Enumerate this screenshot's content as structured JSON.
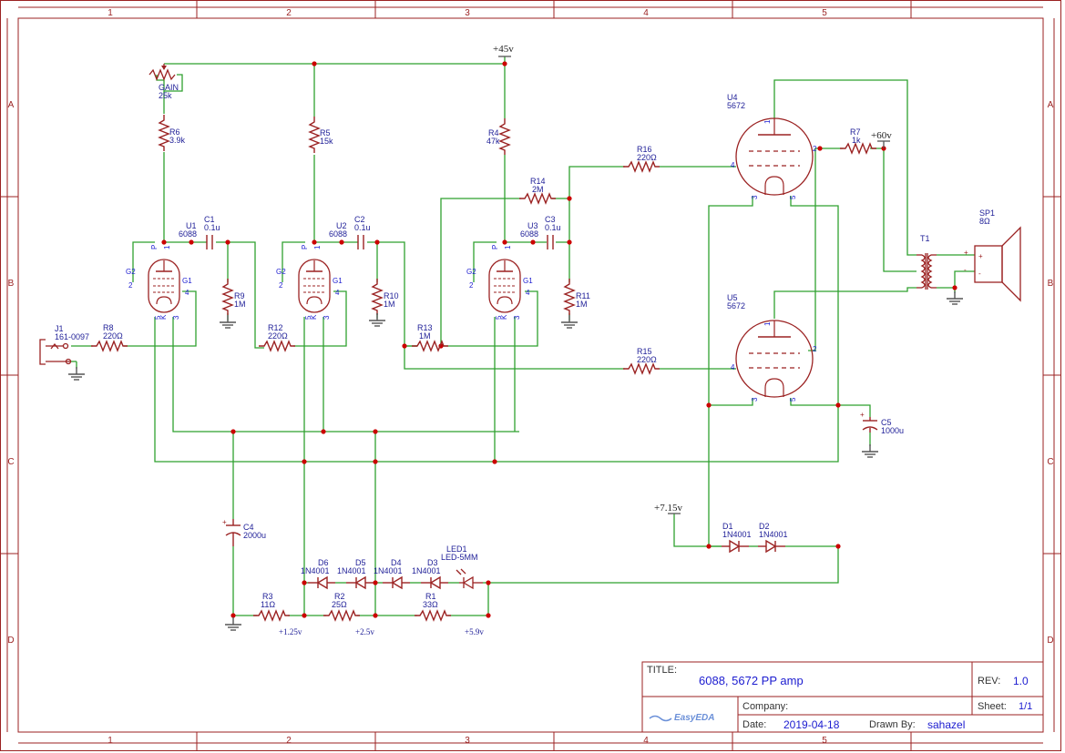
{
  "frame": {
    "columns": [
      "1",
      "2",
      "3",
      "4",
      "5"
    ],
    "rows": [
      "A",
      "B",
      "C",
      "D"
    ]
  },
  "colors": {
    "frame": "#9b2222",
    "wire": "#2fa12f",
    "component": "#9b2222",
    "junction": "#cc0000",
    "pin": "#1c1cd0",
    "label": "#222299",
    "title_value": "#1c1cd0",
    "logo": "#6a8fd8"
  },
  "power": {
    "v45": "+45v",
    "v60": "+60v",
    "v715": "+7.15v",
    "v125": "+1.25v",
    "v25": "+2.5v",
    "v59": "+5.9v"
  },
  "parts": {
    "gain": {
      "ref": "GAIN",
      "val": "25k"
    },
    "r6": {
      "ref": "R6",
      "val": "3.9k"
    },
    "r5": {
      "ref": "R5",
      "val": "15k"
    },
    "r4": {
      "ref": "R4",
      "val": "47k"
    },
    "r14": {
      "ref": "R14",
      "val": "2M"
    },
    "r16": {
      "ref": "R16",
      "val": "220Ω"
    },
    "r15": {
      "ref": "R15",
      "val": "220Ω"
    },
    "r7": {
      "ref": "R7",
      "val": "1k"
    },
    "r9": {
      "ref": "R9",
      "val": "1M"
    },
    "r10": {
      "ref": "R10",
      "val": "1M"
    },
    "r11": {
      "ref": "R11",
      "val": "1M"
    },
    "r8": {
      "ref": "R8",
      "val": "220Ω"
    },
    "r12": {
      "ref": "R12",
      "val": "220Ω"
    },
    "r13": {
      "ref": "R13",
      "val": "1M"
    },
    "r3": {
      "ref": "R3",
      "val": "11Ω"
    },
    "r2": {
      "ref": "R2",
      "val": "25Ω"
    },
    "r1": {
      "ref": "R1",
      "val": "33Ω"
    },
    "c1": {
      "ref": "C1",
      "val": "0.1u"
    },
    "c2": {
      "ref": "C2",
      "val": "0.1u"
    },
    "c3": {
      "ref": "C3",
      "val": "0.1u"
    },
    "c4": {
      "ref": "C4",
      "val": "2000u"
    },
    "c5": {
      "ref": "C5",
      "val": "1000u"
    },
    "u1": {
      "ref": "U1",
      "val": "6088"
    },
    "u2": {
      "ref": "U2",
      "val": "6088"
    },
    "u3": {
      "ref": "U3",
      "val": "6088"
    },
    "u4": {
      "ref": "U4",
      "val": "5672"
    },
    "u5": {
      "ref": "U5",
      "val": "5672"
    },
    "j1": {
      "ref": "J1",
      "val": "161-0097"
    },
    "t1": {
      "ref": "T1"
    },
    "sp1": {
      "ref": "SP1",
      "val": "8Ω"
    },
    "d1": {
      "ref": "D1",
      "val": "1N4001"
    },
    "d2": {
      "ref": "D2",
      "val": "1N4001"
    },
    "d3": {
      "ref": "D3",
      "val": "1N4001"
    },
    "d4": {
      "ref": "D4",
      "val": "1N4001"
    },
    "d5": {
      "ref": "D5",
      "val": "1N4001"
    },
    "d6": {
      "ref": "D6",
      "val": "1N4001"
    },
    "led1": {
      "ref": "LED1",
      "val": "LED-5MM"
    }
  },
  "pins": {
    "p": "P",
    "g1": "G1",
    "g2": "G2",
    "k": "K",
    "one": "1",
    "two": "2",
    "three": "3",
    "four": "4",
    "five": "5",
    "plus": "+",
    "minus": "-"
  },
  "title_block": {
    "title_label": "TITLE:",
    "title": "6088, 5672 PP amp",
    "rev_label": "REV:",
    "rev": "1.0",
    "company_label": "Company:",
    "sheet_label": "Sheet:",
    "sheet": "1/1",
    "date_label": "Date:",
    "date": "2019-04-18",
    "drawn_label": "Drawn By:",
    "drawn_by": "sahazel",
    "logo": "EasyEDA"
  }
}
